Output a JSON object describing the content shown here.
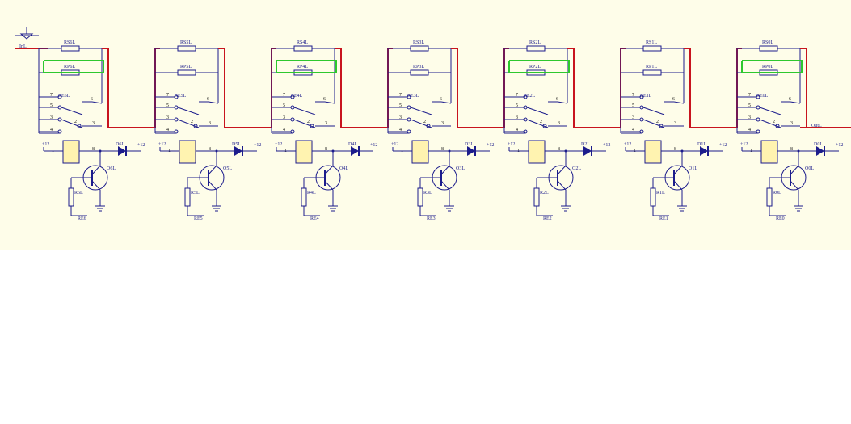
{
  "diagram": {
    "input_label": "InL",
    "output_label": "OutL",
    "power_label": "+12",
    "colors": {
      "background": "#fefde9",
      "blue": "#1c1c8c",
      "red": "#c8141e",
      "green": "#2ec82e",
      "coil": "#fff3b0"
    },
    "stages": [
      {
        "rs": "RS6L",
        "rp": "RP6L",
        "relay": "RE6L",
        "diode": "D6L",
        "q": "Q6L",
        "r": "R6L",
        "re": "RE6"
      },
      {
        "rs": "RS5L",
        "rp": "RP5L",
        "relay": "RE5L",
        "diode": "D5L",
        "q": "Q5L",
        "r": "R5L",
        "re": "RE5"
      },
      {
        "rs": "RS4L",
        "rp": "RP4L",
        "relay": "RE4L",
        "diode": "D4L",
        "q": "Q4L",
        "r": "R4L",
        "re": "RE4"
      },
      {
        "rs": "RS3L",
        "rp": "RP3L",
        "relay": "RE3L",
        "diode": "D3L",
        "q": "Q3L",
        "r": "R3L",
        "re": "RE3"
      },
      {
        "rs": "RS2L",
        "rp": "RP2L",
        "relay": "RE2L",
        "diode": "D2L",
        "q": "Q2L",
        "r": "R2L",
        "re": "RE2"
      },
      {
        "rs": "RS1L",
        "rp": "RP1L",
        "relay": "RE1L",
        "diode": "D1L",
        "q": "Q1L",
        "r": "R1L",
        "re": "RE1"
      },
      {
        "rs": "RS0L",
        "rp": "RP0L",
        "relay": "RE0L",
        "diode": "D0L",
        "q": "Q0L",
        "r": "R0L",
        "re": "RE0"
      }
    ]
  }
}
